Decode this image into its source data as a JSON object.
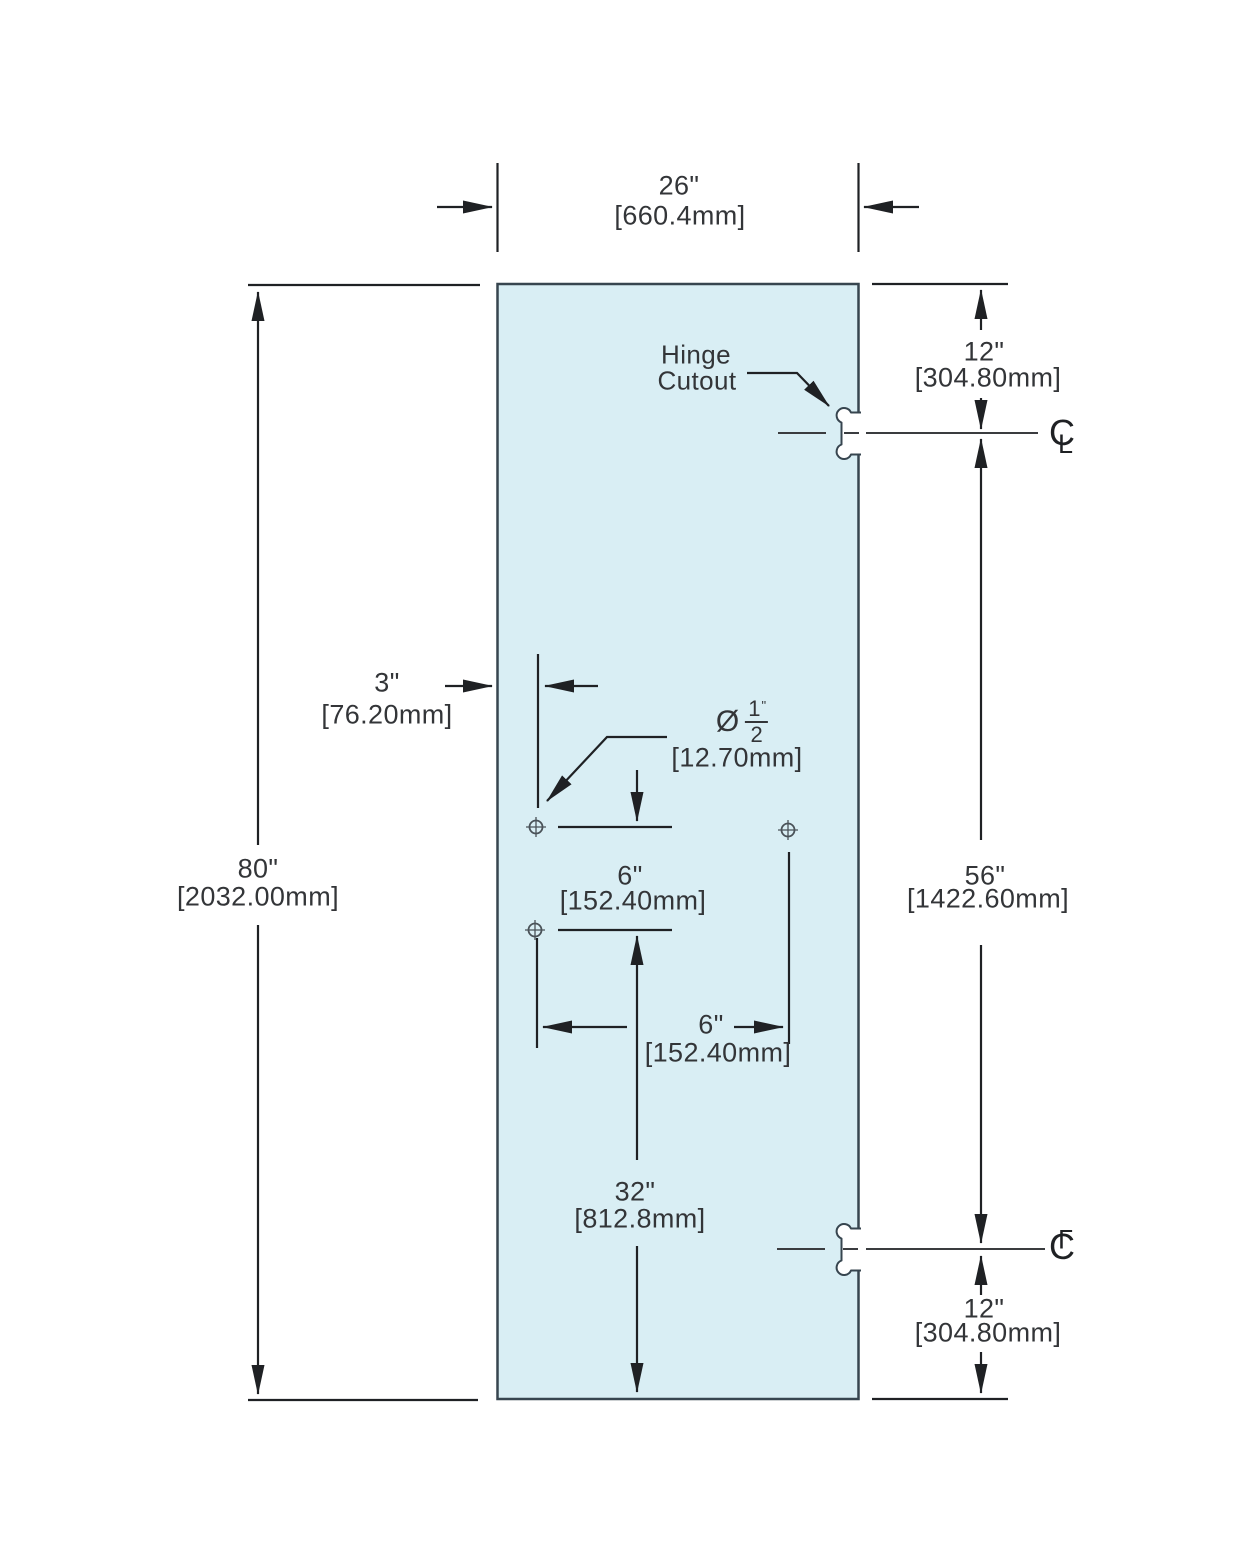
{
  "drawing": {
    "type": "glass-door-fabrication-drawing",
    "colors": {
      "glass_fill": "#D9EEF4",
      "glass_stroke": "#37454F",
      "line": "#1F2124",
      "text": "#333538",
      "hole": "#4A5258"
    },
    "dimensions": {
      "door_width": {
        "in": "26\"",
        "mm": "[660.4mm]"
      },
      "door_height": {
        "in": "80\"",
        "mm": "[2032.00mm]"
      },
      "top_hinge": {
        "in": "12\"",
        "mm": "[304.80mm]"
      },
      "hinge_span": {
        "in": "56\"",
        "mm": "[1422.60mm]"
      },
      "bottom_hinge": {
        "in": "12\"",
        "mm": "[304.80mm]"
      },
      "edge_offset": {
        "in": "3\"",
        "mm": "[76.20mm]"
      },
      "hole_diameter": {
        "sym": "Ø",
        "num": "1",
        "quote": "\"",
        "den": "2",
        "mm": "[12.70mm]"
      },
      "hole_vertical": {
        "in": "6\"",
        "mm": "[152.40mm]"
      },
      "hole_horizontal": {
        "in": "6\"",
        "mm": "[152.40mm]"
      },
      "handle_height": {
        "in": "32\"",
        "mm": "[812.8mm]"
      }
    },
    "annotations": {
      "hinge_cutout": {
        "line1": "Hinge",
        "line2": "Cutout"
      },
      "centerline": {
        "c": "C",
        "l": "L"
      }
    }
  }
}
